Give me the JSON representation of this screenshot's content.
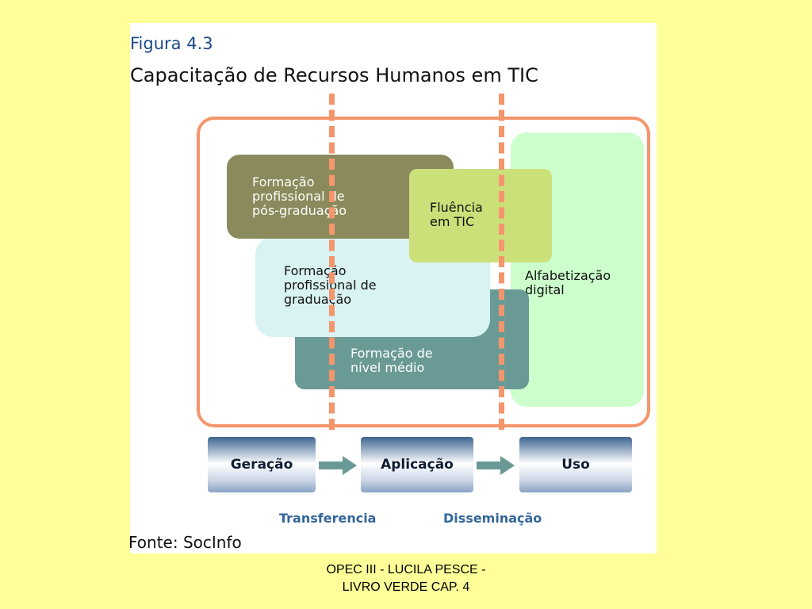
{
  "figure": {
    "label": "Figura 4.3",
    "title": "Capacitação de Recursos Humanos em TIC",
    "source": "Fonte: SocInfo"
  },
  "boxes": {
    "pos_graduacao": [
      "Formação",
      "profissional de",
      "pós-graduação"
    ],
    "fluencia": [
      "Fluência",
      "em TIC"
    ],
    "graduacao": [
      "Formação",
      "profissional de",
      "graduação"
    ],
    "nivel_medio": [
      "Formação de",
      "nível médio"
    ],
    "alfabetizacao": [
      "Alfabetização",
      "digital"
    ]
  },
  "stages": [
    "Geração",
    "Aplicação",
    "Uso"
  ],
  "transitions": [
    "Transferencia",
    "Disseminação"
  ],
  "footer": [
    "OPEC III - LUCILA PESCE -",
    "LIVRO VERDE CAP. 4"
  ],
  "colors": {
    "background": "#ffff99",
    "frame": "#f4956c",
    "pos_graduacao": "#8a8a5c",
    "fluencia": "#cce07a",
    "graduacao": "#d9f2f2",
    "nivel_medio": "#6a9a96",
    "alfabetizacao": "#ccffcc",
    "arrow": "#6a9a96",
    "transition_text": "#336699"
  }
}
